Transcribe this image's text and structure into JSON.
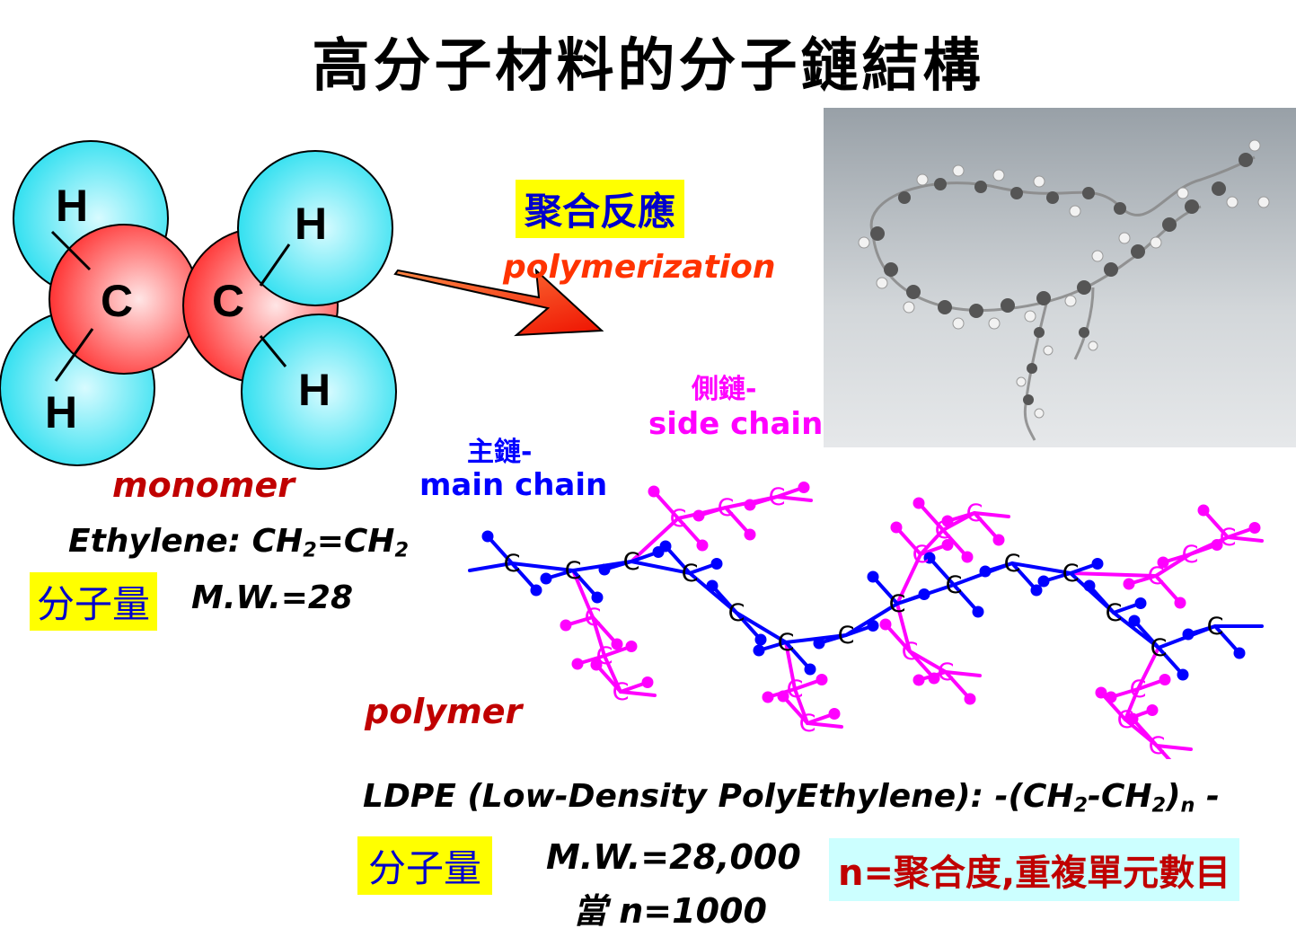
{
  "title": "高分子材料的分子鏈結構",
  "monomer": {
    "atoms": {
      "carbon": "C",
      "hydrogen": "H"
    },
    "label": "monomer",
    "formula_prefix": "Ethylene: CH",
    "formula_sub1": "2",
    "formula_mid": "=CH",
    "formula_sub2": "2",
    "mw_label": "分子量",
    "mw_value": "M.W.=28"
  },
  "reaction": {
    "label_zh": "聚合反應",
    "label_en": "polymerization"
  },
  "chain_labels": {
    "side_zh": "側鏈-",
    "side_en": "side chain",
    "main_zh": "主鏈-",
    "main_en": "main chain",
    "carbon": "C"
  },
  "polymer": {
    "label": "polymer",
    "ldpe_prefix": "LDPE (Low-Density PolyEthylene):  -(CH",
    "ldpe_sub1": "2",
    "ldpe_mid": "-CH",
    "ldpe_sub2": "2",
    "ldpe_close": ")",
    "ldpe_n": "n",
    "ldpe_end": " -",
    "mw_label": "分子量",
    "mw_value": "M.W.=28,000",
    "when": "當 n=1000",
    "n_definition": "n=聚合度,重複單元數目"
  },
  "colors": {
    "carbon_red": "#ff3333",
    "hydrogen_cyan": "#33e0f0",
    "main_chain": "#0000ff",
    "side_chain": "#ff00ff",
    "arrow": "#ff2200",
    "highlight_yellow": "#ffff00",
    "highlight_cyan": "#ccffff",
    "dark_red": "#c00000"
  }
}
